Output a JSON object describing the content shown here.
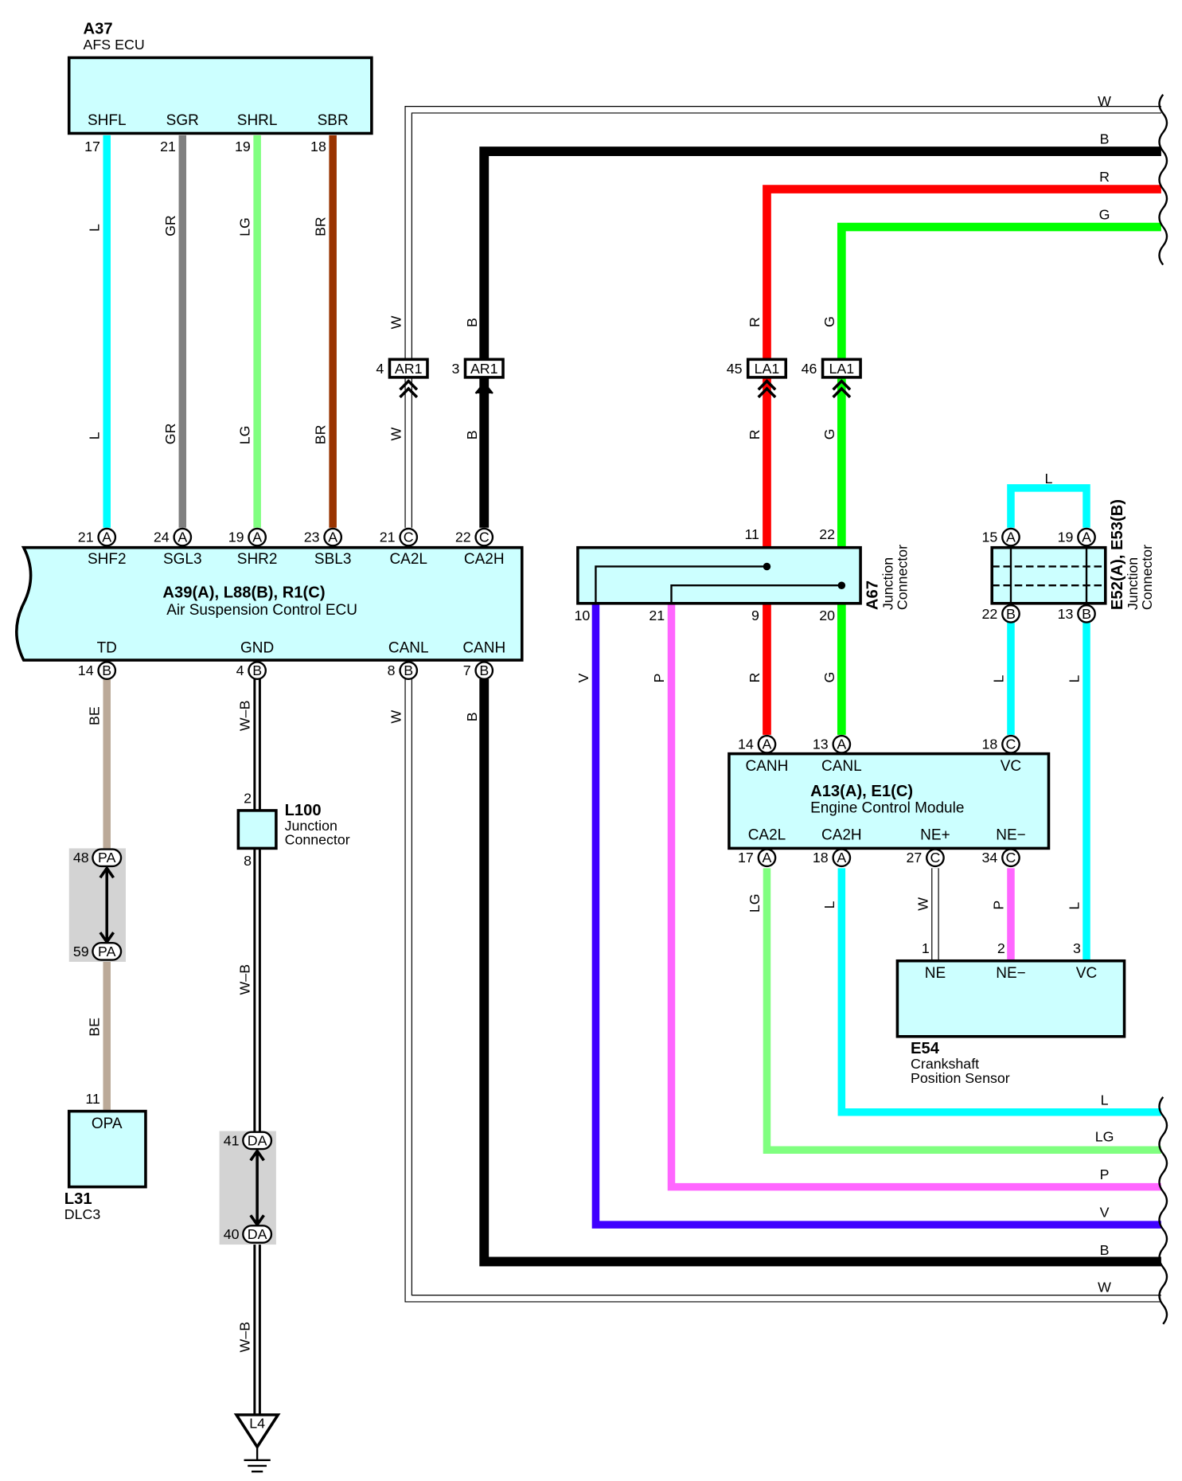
{
  "components": {
    "a37": {
      "code": "A37",
      "name": "AFS ECU",
      "pins": [
        "SHFL",
        "SGR",
        "SHRL",
        "SBR"
      ],
      "pin_nums": [
        "17",
        "21",
        "19",
        "18"
      ]
    },
    "a39": {
      "code": "A39(A), L88(B), R1(C)",
      "name": "Air Suspension Control ECU",
      "top_pins": [
        "SHF2",
        "SGL3",
        "SHR2",
        "SBL3",
        "CA2L",
        "CA2H"
      ],
      "top_nums": [
        "21",
        "24",
        "19",
        "23",
        "21",
        "22"
      ],
      "top_letters": [
        "A",
        "A",
        "A",
        "A",
        "C",
        "C"
      ],
      "bottom_pins": [
        "TD",
        "GND",
        "CANL",
        "CANH"
      ],
      "bottom_nums": [
        "14",
        "4",
        "8",
        "7"
      ],
      "bottom_letters": [
        "B",
        "B",
        "B",
        "B"
      ]
    },
    "a67": {
      "code": "A67",
      "line1": "Junction",
      "line2": "Connector",
      "top_nums": [
        "11",
        "22"
      ],
      "bottom_nums": [
        "10",
        "21",
        "9",
        "20"
      ]
    },
    "e52": {
      "code": "E52(A), E53(B)",
      "line1": "Junction",
      "line2": "Connector",
      "top_nums": [
        "15",
        "19"
      ],
      "top_letters": [
        "A",
        "A"
      ],
      "bottom_nums": [
        "22",
        "13"
      ],
      "bottom_letters": [
        "B",
        "B"
      ]
    },
    "a13": {
      "code": "A13(A), E1(C)",
      "name": "Engine Control Module",
      "top_pins": [
        "CANH",
        "CANL",
        "VC"
      ],
      "top_nums": [
        "14",
        "13",
        "18"
      ],
      "top_letters": [
        "A",
        "A",
        "C"
      ],
      "bottom_pins": [
        "CA2L",
        "CA2H",
        "NE+",
        "NE−"
      ],
      "bottom_nums": [
        "17",
        "18",
        "27",
        "34"
      ],
      "bottom_letters": [
        "A",
        "A",
        "C",
        "C"
      ]
    },
    "e54": {
      "code": "E54",
      "line1": "Crankshaft",
      "line2": "Position Sensor",
      "pins": [
        "NE",
        "NE−",
        "VC"
      ],
      "pin_nums": [
        "1",
        "2",
        "3"
      ]
    },
    "l100": {
      "code": "L100",
      "line1": "Junction",
      "line2": "Connector",
      "pin_top": "2",
      "pin_bottom": "8"
    },
    "l31": {
      "code": "L31",
      "name": "DLC3",
      "pin": "OPA",
      "pin_num": "11"
    },
    "ground": {
      "code": "L4"
    }
  },
  "connectors": {
    "ar1_w": {
      "label": "AR1",
      "num": "4"
    },
    "ar1_b": {
      "label": "AR1",
      "num": "3"
    },
    "la1_r": {
      "label": "LA1",
      "num": "45"
    },
    "la1_g": {
      "label": "LA1",
      "num": "46"
    },
    "pa_top": {
      "label": "PA",
      "num": "48"
    },
    "pa_bottom": {
      "label": "PA",
      "num": "59"
    },
    "da_top": {
      "label": "DA",
      "num": "41"
    },
    "da_bottom": {
      "label": "DA",
      "num": "40"
    }
  },
  "wire_colors": {
    "L": "#00ffff",
    "GR": "#808080",
    "LG": "#80ff80",
    "BR": "#993300",
    "W": "#ffffff",
    "B": "#000000",
    "R": "#ff0000",
    "G": "#00ff00",
    "V": "#4000ff",
    "P": "#ff66ff",
    "BE": "#bba998"
  },
  "wire_labels": {
    "shfl": "L",
    "sgr": "GR",
    "shrl": "LG",
    "sbr": "BR",
    "w": "W",
    "b": "B",
    "r": "R",
    "g": "G",
    "v": "V",
    "p": "P",
    "be": "BE",
    "wb": "W–B",
    "l": "L",
    "lg": "LG"
  },
  "right_edge_labels_top": [
    "W",
    "B",
    "R",
    "G"
  ],
  "right_edge_labels_bottom": [
    "L",
    "LG",
    "P",
    "V",
    "B",
    "W"
  ]
}
